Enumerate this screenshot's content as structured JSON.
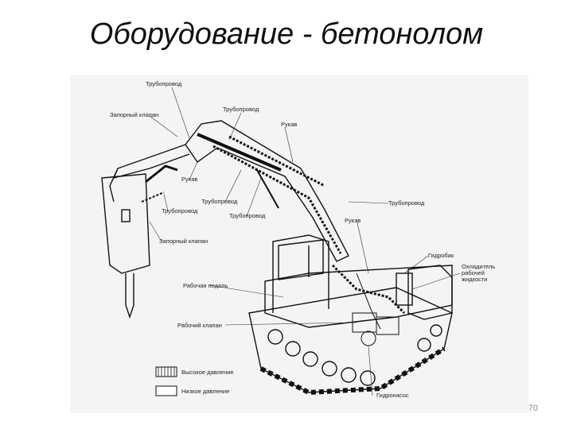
{
  "slide": {
    "title": "Оборудование - бетонолом",
    "page_number": "70"
  },
  "diagram": {
    "labels": {
      "pipe_top": "Трубопровод",
      "shutoff_valve_1": "Запорный клапан",
      "pipe_2": "Трубопровод",
      "hose_1": "Рукав",
      "hose_2": "Рукав",
      "pipe_3": "Трубопровод",
      "pipe_4": "Трубопровод",
      "pipe_5": "Трубопровод",
      "pipe_6": "Трубопровод",
      "hose_3": "Рукав",
      "shutoff_valve_2": "Запорный клапан",
      "hydraulic_tank": "Гидробак",
      "work_fluid_cooler_1": "Охладитель",
      "work_fluid_cooler_2": "рабочей",
      "work_fluid_cooler_3": "жидкости",
      "work_pedal": "Рабочая педаль",
      "work_valve": "Рабочий клапан",
      "hydraulic_pump": "Гидронасос"
    },
    "legend": {
      "high_pressure": "Высокое давление",
      "low_pressure": "Низкое давление"
    }
  }
}
